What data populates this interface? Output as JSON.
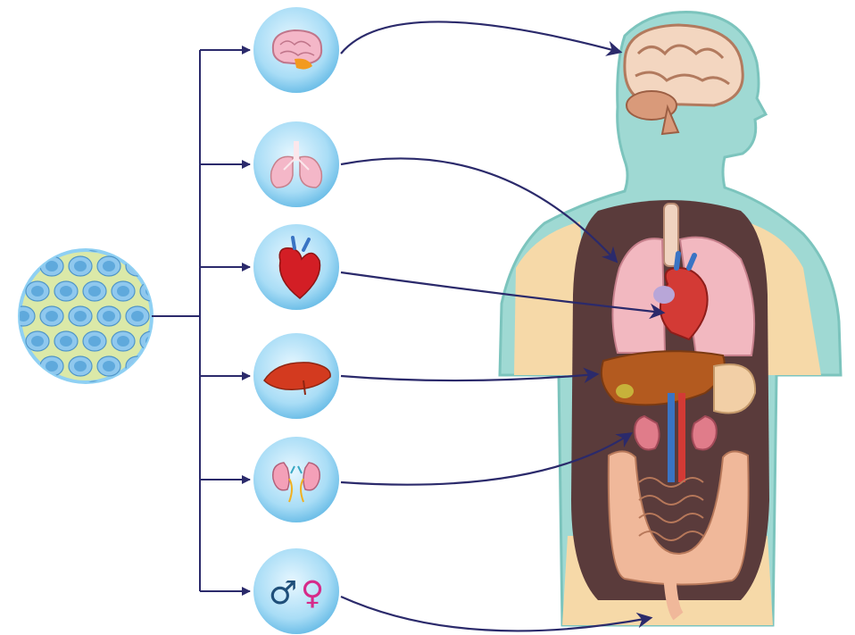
{
  "diagram": {
    "source": {
      "name": "stem-cell-cluster",
      "fill": "#dbe9a8",
      "cell_color": "#5fa9dc"
    },
    "connector_color": "#2b2a6b",
    "circle_color": "#8fd0f3",
    "targets": [
      {
        "id": "brain",
        "icon": "brain-icon"
      },
      {
        "id": "lungs",
        "icon": "lungs-icon"
      },
      {
        "id": "heart",
        "icon": "heart-icon"
      },
      {
        "id": "liver",
        "icon": "liver-icon"
      },
      {
        "id": "kidneys",
        "icon": "kidneys-icon"
      },
      {
        "id": "reproductive",
        "icon": "gender-symbols-icon",
        "symbols": [
          "♂",
          "♀"
        ]
      }
    ],
    "body": {
      "skin": "#9fd9d3",
      "cavity": "#5a3b3b",
      "shoulder": "#f6d9a8"
    }
  }
}
